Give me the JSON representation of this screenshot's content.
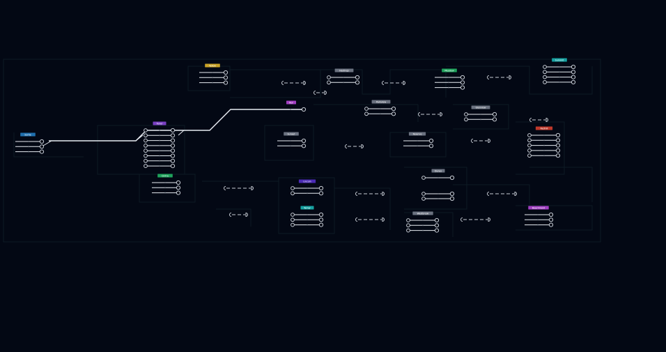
{
  "colors": {
    "background": "#030814",
    "track": "#e8ecf2",
    "grid": "#0c1a24",
    "endpoint": "#c9ced6"
  },
  "stations": [
    {
      "id": "s01",
      "label": "Sertie",
      "color": "#1f6fae",
      "tracks": 3
    },
    {
      "id": "s02",
      "label": "Tuner",
      "color": "#7a3fc2",
      "tracks": 8
    },
    {
      "id": "s03",
      "label": "Cintra",
      "color": "#1fa35c",
      "tracks": 3
    },
    {
      "id": "s04",
      "label": "Yellow",
      "color": "#c9a227",
      "tracks": 3
    },
    {
      "id": "s05",
      "label": "Nur",
      "color": "#a23fc2",
      "tracks": 1
    },
    {
      "id": "s06",
      "label": "Sunset",
      "color": "#6b7280",
      "tracks": 2
    },
    {
      "id": "s07",
      "label": "Hastings",
      "color": "#6b7280",
      "tracks": 2
    },
    {
      "id": "s08",
      "label": "Parkview",
      "color": "#6b7280",
      "tracks": 2
    },
    {
      "id": "s09",
      "label": "Reserve",
      "color": "#6b7280",
      "tracks": 2
    },
    {
      "id": "s10",
      "label": "Meadow",
      "color": "#1fa35c",
      "tracks": 3
    },
    {
      "id": "s11",
      "label": "Glenview",
      "color": "#6b7280",
      "tracks": 2
    },
    {
      "id": "s12",
      "label": "Summit",
      "color": "#17a2a2",
      "tracks": 4
    },
    {
      "id": "s13",
      "label": "Redhill",
      "color": "#c0392b",
      "tracks": 5
    },
    {
      "id": "s14",
      "label": "Lincoln",
      "color": "#4b2bb5",
      "tracks": 2
    },
    {
      "id": "s15",
      "label": "Tamar",
      "color": "#17a2a2",
      "tracks": 3
    },
    {
      "id": "s16",
      "label": "Dunes",
      "color": "#6b7280",
      "tracks": 1
    },
    {
      "id": "s17",
      "label": "Westbrook",
      "color": "#6b7280",
      "tracks": 3
    },
    {
      "id": "s18",
      "label": "Beachmont",
      "color": "#a23fc2",
      "tracks": 3
    }
  ]
}
